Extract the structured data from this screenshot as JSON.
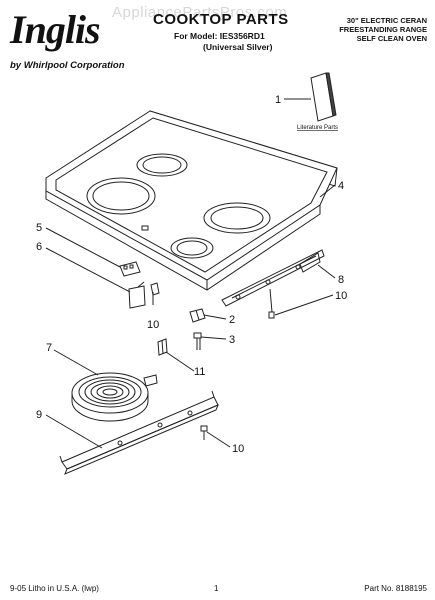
{
  "header": {
    "brand": "Inglis",
    "byline": "by Whirlpool Corporation",
    "title": "COOKTOP PARTS",
    "model": "For Model: IES356RD1",
    "finish": "(Universal Silver)",
    "description": [
      "30\" ELECTRIC CERAN",
      "FREESTANDING RANGE",
      "SELF CLEAN OVEN"
    ],
    "watermark": "AppliancePartsPros.com"
  },
  "diagram": {
    "callouts": {
      "c1": "1",
      "c2": "2",
      "c3": "3",
      "c4": "4",
      "c5": "5",
      "c6": "6",
      "c7": "7",
      "c8": "8",
      "c9": "9",
      "c10a": "10",
      "c10b": "10",
      "c10c": "10",
      "c11": "11"
    },
    "literature_label": "Literature Parts"
  },
  "footer": {
    "left": "9-05 Litho in U.S.A. (lwp)",
    "page": "1",
    "part": "Part No. 8188195"
  },
  "colors": {
    "line": "#222222",
    "watermark": "#d7d7d7"
  }
}
